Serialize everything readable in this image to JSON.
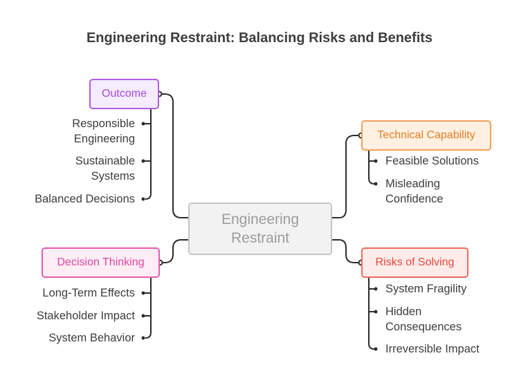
{
  "title": "Engineering Restraint: Balancing Risks and Benefits",
  "center": {
    "line1": "Engineering",
    "line2": "Restraint"
  },
  "branches": {
    "outcome": {
      "label": "Outcome",
      "items": [
        {
          "line1": "Responsible",
          "line2": "Engineering"
        },
        {
          "line1": "Sustainable",
          "line2": "Systems"
        },
        {
          "line1": "Balanced Decisions",
          "line2": ""
        }
      ]
    },
    "technical_capability": {
      "label": "Technical Capability",
      "items": [
        {
          "line1": "Feasible Solutions",
          "line2": ""
        },
        {
          "line1": "Misleading",
          "line2": "Confidence"
        }
      ]
    },
    "decision_thinking": {
      "label": "Decision Thinking",
      "items": [
        {
          "line1": "Long-Term Effects",
          "line2": ""
        },
        {
          "line1": "Stakeholder Impact",
          "line2": ""
        },
        {
          "line1": "System Behavior",
          "line2": ""
        }
      ]
    },
    "risks_of_solving": {
      "label": "Risks of Solving",
      "items": [
        {
          "line1": "System Fragility",
          "line2": ""
        },
        {
          "line1": "Hidden",
          "line2": "Consequences"
        },
        {
          "line1": "Irreversible Impact",
          "line2": ""
        }
      ]
    }
  },
  "colors": {
    "outcome": "#b35be6",
    "technical_capability": "#f2a057",
    "decision_thinking": "#e65bad",
    "risks_of_solving": "#ee6a5e",
    "connector": "#2b2b2b"
  }
}
